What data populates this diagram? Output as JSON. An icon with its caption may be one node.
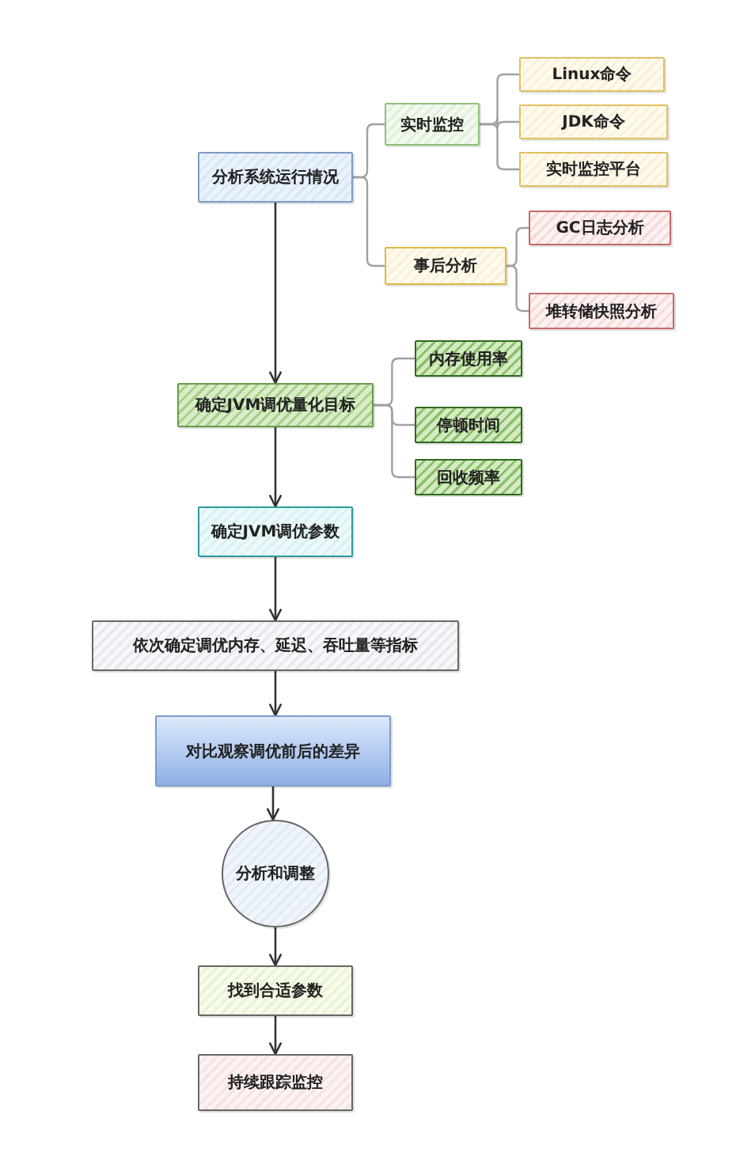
{
  "diagram": {
    "nodes": [
      {
        "text": [
          "分析系统运行情况"
        ]
      },
      {
        "text": [
          "实时监控"
        ]
      },
      {
        "text": [
          "Linux命令"
        ]
      },
      {
        "text": [
          "JDK命令"
        ]
      },
      {
        "text": [
          "实时监控平台"
        ]
      },
      {
        "text": [
          "事后分析"
        ]
      },
      {
        "text": [
          "GC日志分析"
        ]
      },
      {
        "text": [
          "堆转储快照分析"
        ]
      },
      {
        "text": [
          "确定JVM调优量化目标"
        ]
      },
      {
        "text": [
          "内存使用率"
        ]
      },
      {
        "text": [
          "停顿时间"
        ]
      },
      {
        "text": [
          "回收频率"
        ]
      },
      {
        "text": [
          "确定JVM调优参数"
        ]
      },
      {
        "text": [
          "依次确定调优内存、延迟、吞吐量等指标"
        ]
      },
      {
        "text": [
          "对比观察调优前后的差异"
        ]
      },
      {
        "text": [
          "分析和调整"
        ]
      },
      {
        "text": [
          "找到合适参数"
        ]
      },
      {
        "text": [
          "持续跟踪监控"
        ]
      }
    ],
    "edges": [
      {
        "from": 0,
        "to": 1,
        "arrow": "none"
      },
      {
        "from": 0,
        "to": 5,
        "arrow": "none"
      },
      {
        "from": 1,
        "to": 2,
        "arrow": "none"
      },
      {
        "from": 1,
        "to": 3,
        "arrow": "none"
      },
      {
        "from": 1,
        "to": 4,
        "arrow": "none"
      },
      {
        "from": 5,
        "to": 6,
        "arrow": "none"
      },
      {
        "from": 5,
        "to": 7,
        "arrow": "none"
      },
      {
        "from": 8,
        "to": 9,
        "arrow": "none"
      },
      {
        "from": 8,
        "to": 10,
        "arrow": "none"
      },
      {
        "from": 8,
        "to": 11,
        "arrow": "none"
      },
      {
        "from": 0,
        "to": 8,
        "arrow": "to",
        "color": "#333333"
      },
      {
        "from": 8,
        "to": 12,
        "arrow": "to",
        "color": "#333333"
      },
      {
        "from": 12,
        "to": 13,
        "arrow": "to",
        "color": "#333333"
      },
      {
        "from": 13,
        "to": 14,
        "arrow": "to",
        "color": "#333333"
      },
      {
        "from": 14,
        "to": 15,
        "arrow": "to",
        "color": "#333333"
      },
      {
        "from": 15,
        "to": 16,
        "arrow": "to",
        "color": "#333333"
      },
      {
        "from": 16,
        "to": 17,
        "arrow": "to",
        "color": "#333333"
      }
    ]
  }
}
